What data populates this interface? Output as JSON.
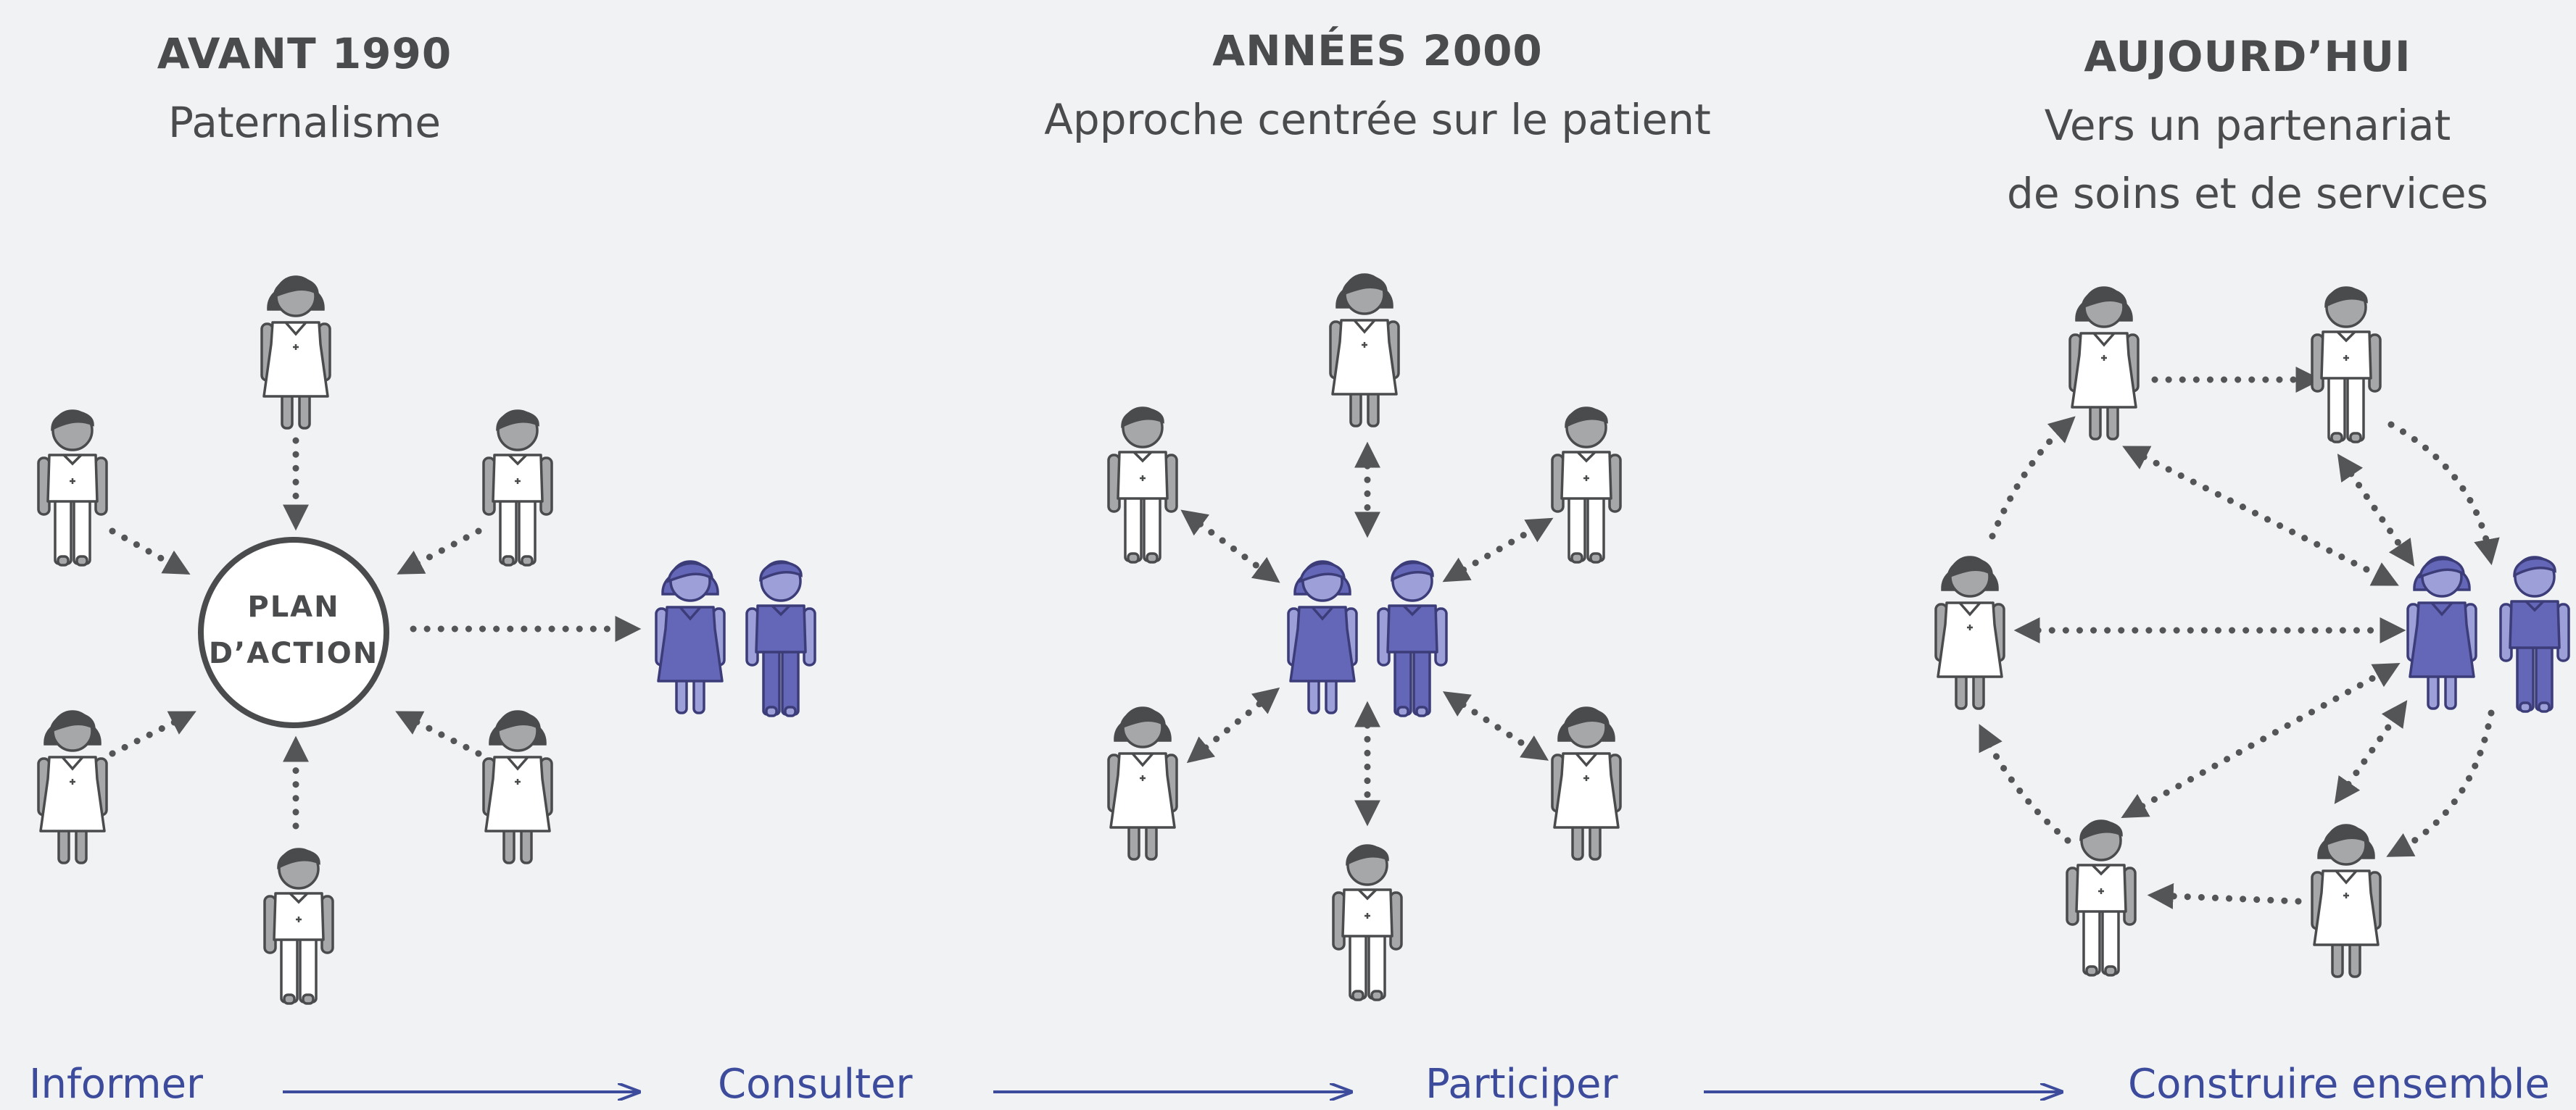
{
  "periods": [
    {
      "era": "AVANT 1990",
      "subtitle": "Paternalisme"
    },
    {
      "era": "ANNÉES 2000",
      "subtitle": "Approche centrée sur le patient"
    },
    {
      "era": "AUJOURD’HUI",
      "subtitle_line1": "Vers un partenariat",
      "subtitle_line2": "de soins et de services"
    }
  ],
  "center_label_line1": "PLAN",
  "center_label_line2": "D’ACTION",
  "stages": [
    "Informer",
    "Consulter",
    "Participer",
    "Construire ensemble"
  ],
  "colors": {
    "background": "#f1f2f4",
    "text_dark": "#4a4b4d",
    "accent_blue": "#3d4b9c",
    "patient_fill": "#6466b8",
    "patient_light": "#9c9fd8",
    "arrow": "#545557"
  }
}
